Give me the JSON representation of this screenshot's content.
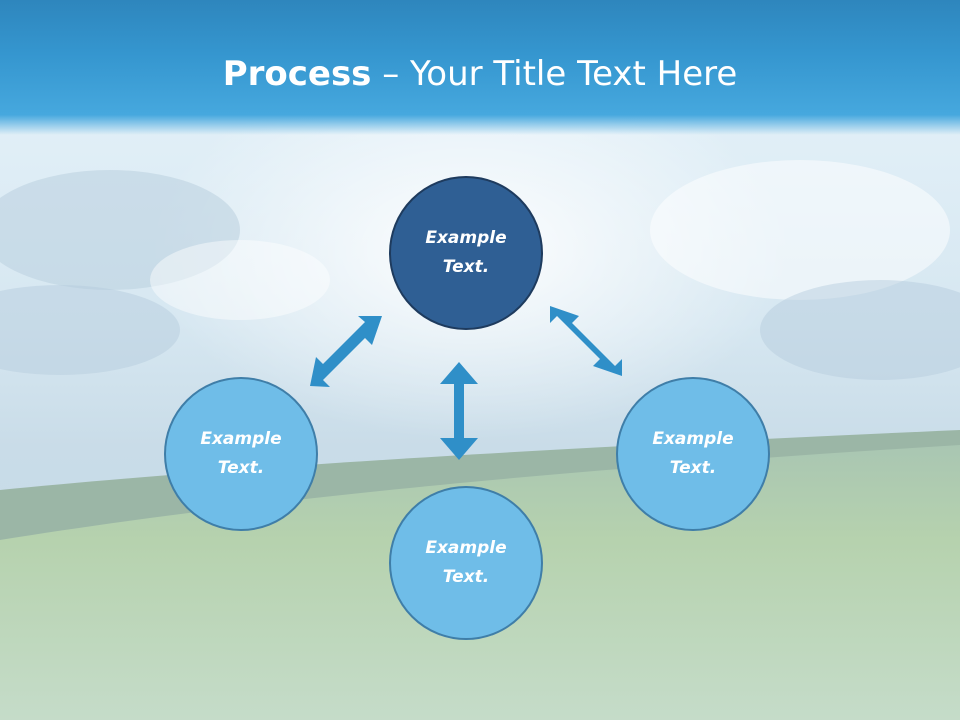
{
  "title": {
    "bold": "Process",
    "rest": " – Your Title Text Here"
  },
  "nodes": {
    "top": "Example\nText.",
    "left": "Example\nText.",
    "right": "Example\nText.",
    "bottom": "Example\nText."
  },
  "colors": {
    "main_node": "#2f5f94",
    "sub_node": "#6fbde8",
    "arrow": "#2f8fc8",
    "title_bar": "#3596cf"
  },
  "icons": [
    "double-arrow-icon"
  ]
}
